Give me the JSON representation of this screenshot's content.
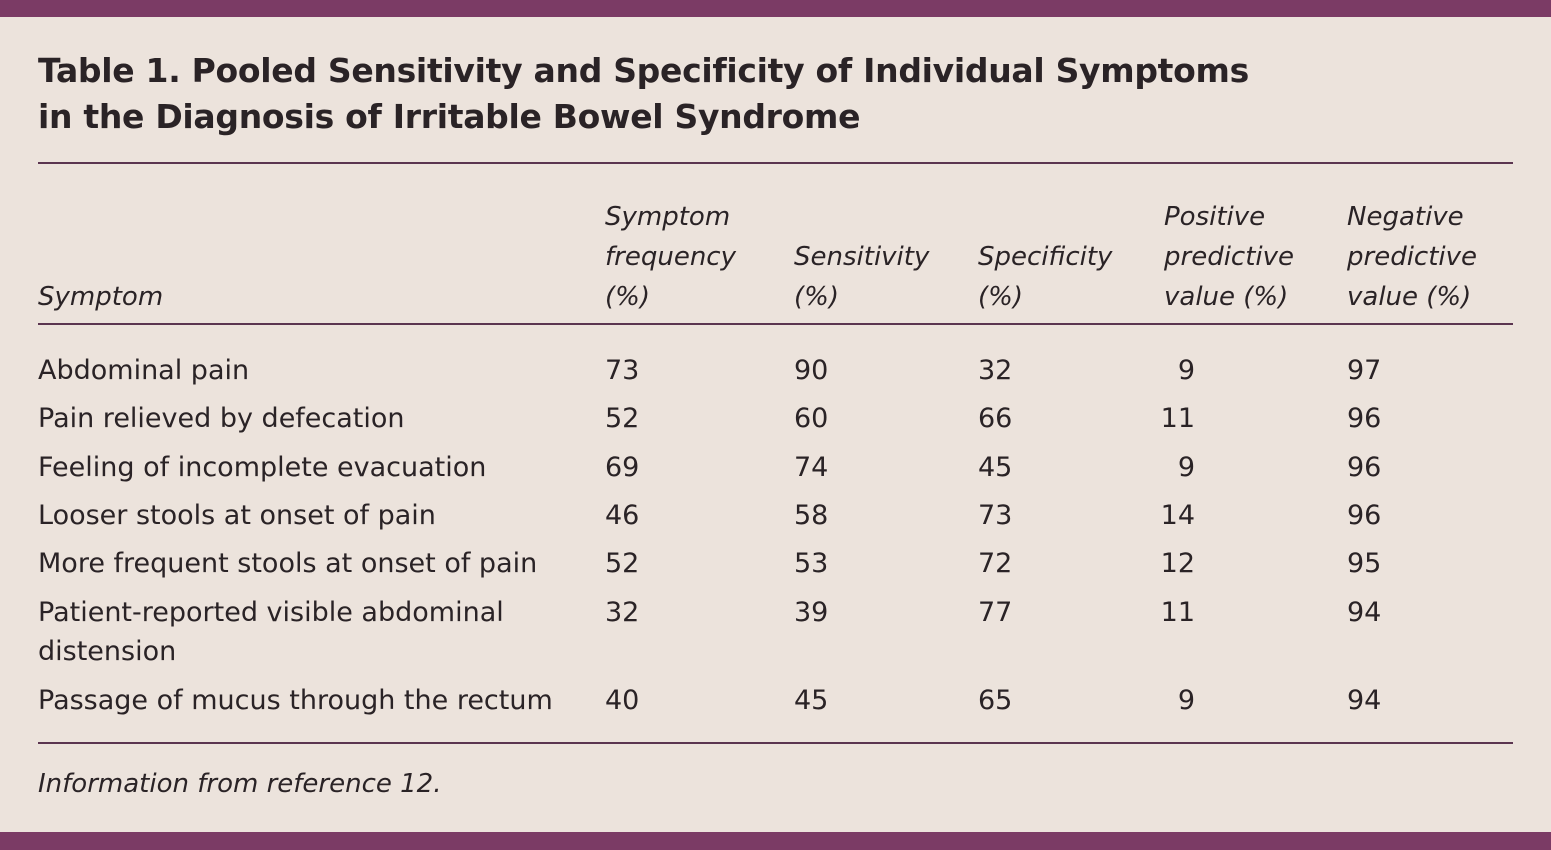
{
  "title": {
    "line1": "Table 1. Pooled Sensitivity and Specificity of Individual Symptoms",
    "line2": "in the Diagnosis of Irritable Bowel Syndrome"
  },
  "headers": [
    "Symptom",
    "Symptom\nfrequency\n(%)",
    "Sensitivity\n(%)",
    "Specificity\n(%)",
    "Positive\npredictive\nvalue (%)",
    "Negative\npredictive\nvalue (%)"
  ],
  "rows": [
    {
      "symptom": "Abdominal pain",
      "frequency": "73",
      "sensitivity": "90",
      "specificity": "32",
      "ppv": "9",
      "npv": "97"
    },
    {
      "symptom": "Pain relieved by defecation",
      "frequency": "52",
      "sensitivity": "60",
      "specificity": "66",
      "ppv": "11",
      "npv": "96"
    },
    {
      "symptom": "Feeling of incomplete evacuation",
      "frequency": "69",
      "sensitivity": "74",
      "specificity": "45",
      "ppv": "9",
      "npv": "96"
    },
    {
      "symptom": "Looser stools at onset of pain",
      "frequency": "46",
      "sensitivity": "58",
      "specificity": "73",
      "ppv": "14",
      "npv": "96"
    },
    {
      "symptom": "More frequent stools at onset of pain",
      "frequency": "52",
      "sensitivity": "53",
      "specificity": "72",
      "ppv": "12",
      "npv": "95"
    },
    {
      "symptom": "Patient-reported visible abdominal\n   distension",
      "frequency": "32",
      "sensitivity": "39",
      "specificity": "77",
      "ppv": "11",
      "npv": "94"
    },
    {
      "symptom": "Passage of mucus through the rectum",
      "frequency": "40",
      "sensitivity": "45",
      "specificity": "65",
      "ppv": "9",
      "npv": "94"
    }
  ],
  "footnote": "Information from reference 12.",
  "colors": {
    "background": "#ece3dc",
    "accent_bar": "#7b3b65",
    "rule": "#5b3550",
    "text": "#2a2326"
  }
}
